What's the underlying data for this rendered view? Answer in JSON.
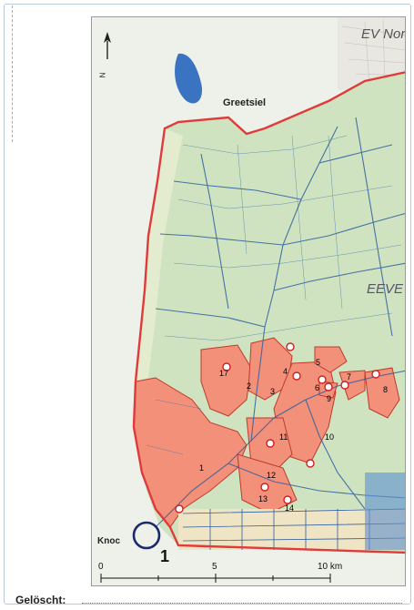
{
  "map": {
    "region_labels": [
      "EV Nor",
      "EEVE"
    ],
    "places": [
      "Greetsiel",
      "Knoc"
    ],
    "north_label": "N",
    "marker_label": "1",
    "area_numbers": [
      "1",
      "2",
      "3",
      "4",
      "5",
      "6",
      "7",
      "8",
      "9",
      "10",
      "11",
      "12",
      "13",
      "14",
      "17"
    ],
    "scale": {
      "ticks": [
        "0",
        "5",
        "10 km"
      ]
    },
    "colors": {
      "boundary": "#e03a3a",
      "area_fill": "#f2907a",
      "land": "#cfe2bf",
      "water": "#2e5fa0",
      "marker": "#1a2a6a"
    }
  },
  "footer": {
    "label": "Gelöscht:"
  }
}
